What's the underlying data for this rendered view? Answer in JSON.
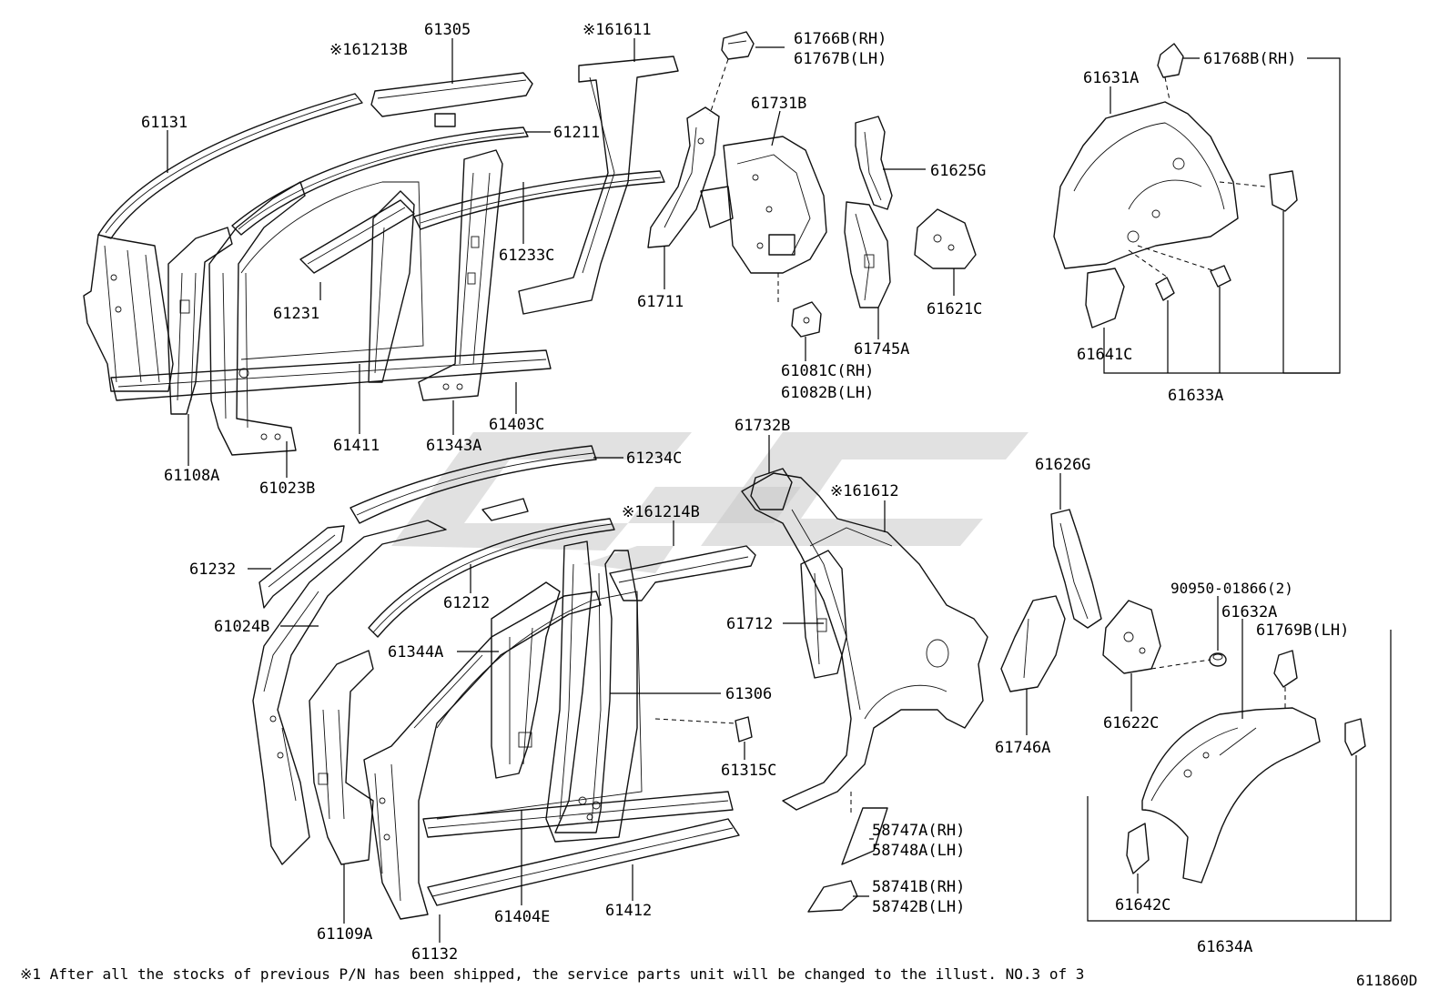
{
  "diagram": {
    "labels": {
      "p61131": "61131",
      "p161213B": "※161213B",
      "p61305": "61305",
      "p161611": "※161611",
      "p61766B": "61766B(RH)",
      "p61767B": "61767B(LH)",
      "p61768B": "61768B(RH)",
      "p61631A": "61631A",
      "p61211": "61211",
      "p61731B": "61731B",
      "p61625G": "61625G",
      "p61233C": "61233C",
      "p61231": "61231",
      "p61711": "61711",
      "p61621C": "61621C",
      "p61641C": "61641C",
      "p61633A": "61633A",
      "p61081C": "61081C(RH)",
      "p61082B": "61082B(LH)",
      "p61745A": "61745A",
      "p61403C": "61403C",
      "p61411": "61411",
      "p61343A": "61343A",
      "p61108A": "61108A",
      "p61023B": "61023B",
      "p61732B": "61732B",
      "p61234C": "61234C",
      "p161612": "※161612",
      "p61626G": "61626G",
      "p161214B": "※161214B",
      "p61232": "61232",
      "p61212": "61212",
      "p90950": "90950-01866(2)",
      "p61632A": "61632A",
      "p61769B": "61769B(LH)",
      "p61024B": "61024B",
      "p61712": "61712",
      "p61344A": "61344A",
      "p61306": "61306",
      "p61746A": "61746A",
      "p61622C": "61622C",
      "p61315C": "61315C",
      "p58747A": "58747A(RH)",
      "p58748A": "58748A(LH)",
      "p58741B": "58741B(RH)",
      "p58742B": "58742B(LH)",
      "p61109A": "61109A",
      "p61404E": "61404E",
      "p61412": "61412",
      "p61642C": "61642C",
      "p61132": "61132",
      "p61634A": "61634A"
    },
    "footnote": "※1 After all the stocks of previous P/N has been shipped, the service parts unit will be changed to the illust. NO.3 of 3",
    "figure_id": "611860D"
  }
}
